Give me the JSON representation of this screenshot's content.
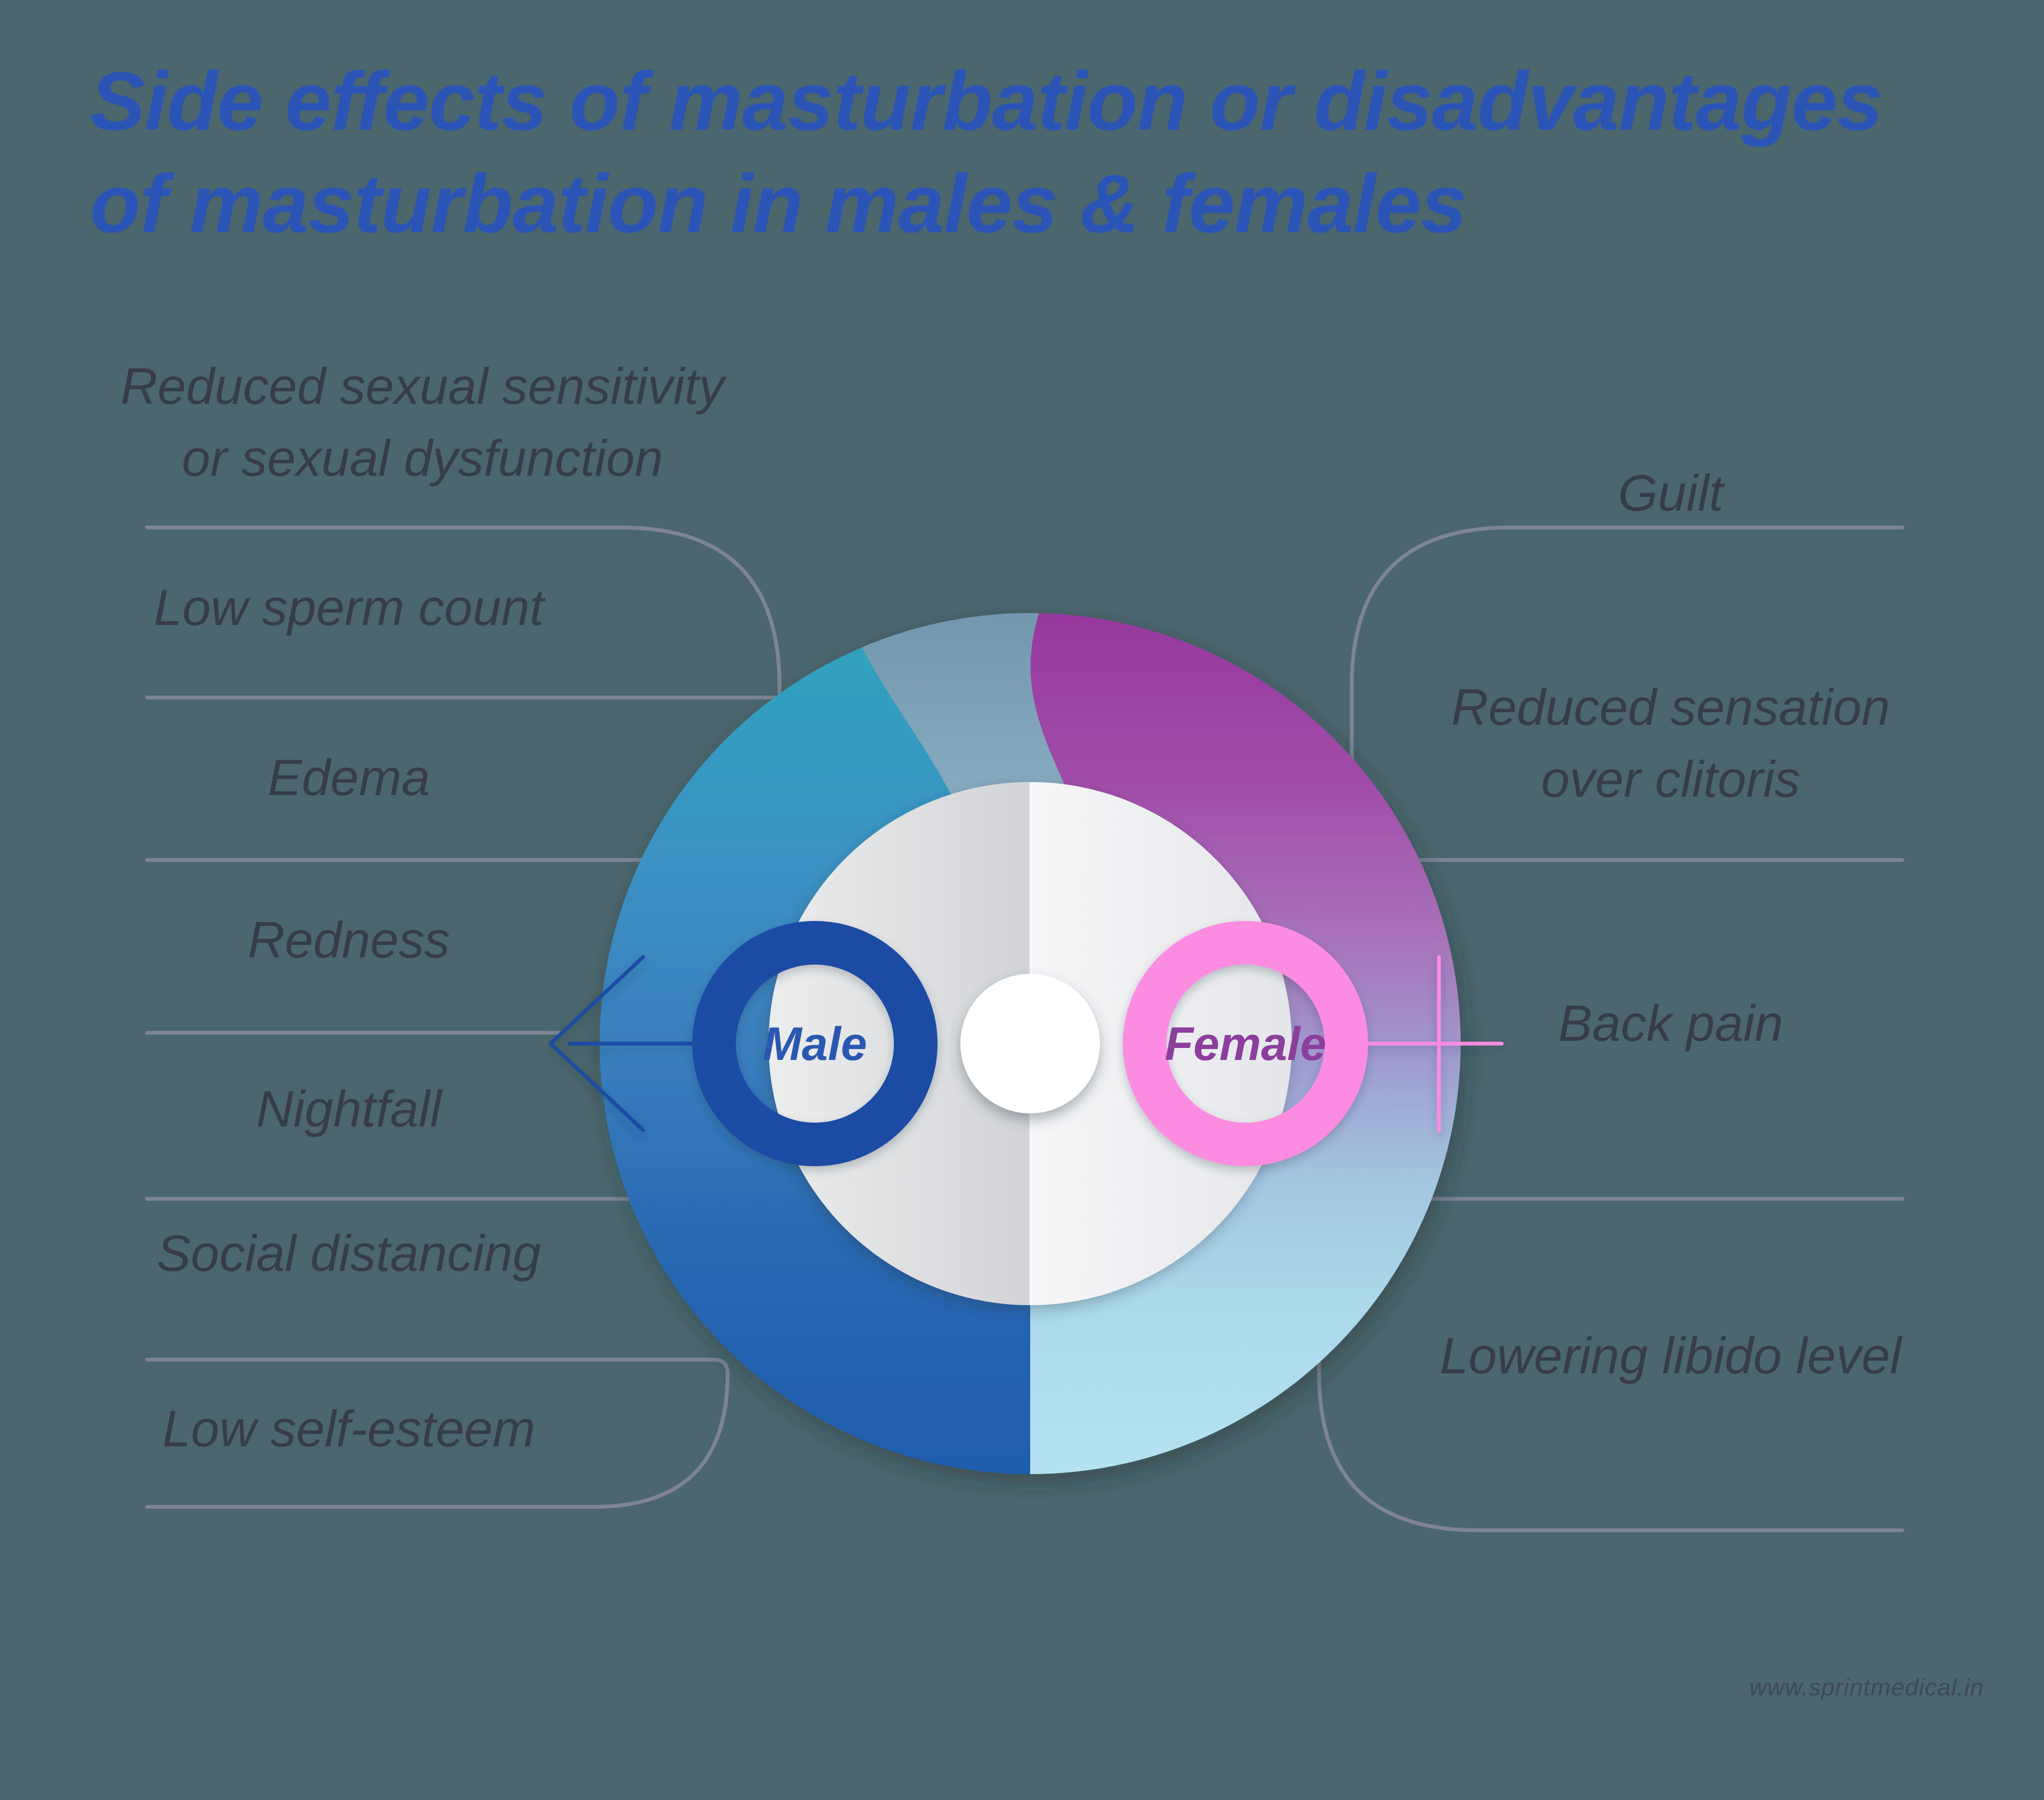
{
  "title": {
    "line1": "Side effects of masturbation or disadvantages",
    "line2": "of masturbation in males & females"
  },
  "left_items": [
    {
      "lines": [
        "Reduced sexual sensitivity",
        "or sexual dysfunction"
      ]
    },
    {
      "lines": [
        "Low sperm count"
      ]
    },
    {
      "lines": [
        "Edema"
      ]
    },
    {
      "lines": [
        "Redness"
      ]
    },
    {
      "lines": [
        "Nightfall"
      ]
    },
    {
      "lines": [
        "Social distancing"
      ]
    },
    {
      "lines": [
        "Low self-esteem"
      ]
    }
  ],
  "right_items": [
    {
      "lines": [
        "Guilt"
      ]
    },
    {
      "lines": [
        "Reduced sensation",
        "over clitoris"
      ]
    },
    {
      "lines": [
        "Back pain"
      ]
    },
    {
      "lines": [
        "Lowering libido level"
      ]
    }
  ],
  "center": {
    "male_label": "Male",
    "female_label": "Female"
  },
  "watermark": "www.sprintmedical.in",
  "colors": {
    "background": "#4b666d",
    "title": "#2a55b7",
    "label_text": "#373c49",
    "line": "#7e8494",
    "male_accent": "#1d4ca4",
    "male_text": "#2a58b0",
    "female_accent": "#fc8ce2",
    "female_text": "#8b3e9c",
    "donut_teal": "#2da4bc",
    "donut_blue": "#1f5dad",
    "donut_purple": "#97389e",
    "donut_light_blue": "#b5e2f0",
    "watermark": "#3e4553"
  }
}
